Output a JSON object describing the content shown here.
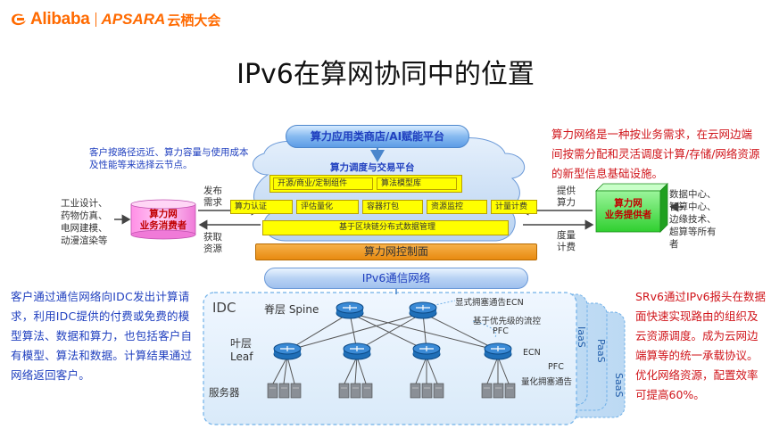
{
  "header": {
    "logo_alibaba": "Alibaba",
    "logo_apsara": "APSARA",
    "logo_yunqi": "云栖大会"
  },
  "title": "IPv6在算网协同中的位置",
  "left_note": "客户按路径远近、算力容量与使用成本及性能等来选择云节点。",
  "left_industries": [
    "工业设计、",
    "药物仿真、",
    "电网建模、",
    "动漫渲染等"
  ],
  "consumer": {
    "line1": "算力网",
    "line2": "业务消费者"
  },
  "flows": {
    "publish_1": "发布",
    "publish_2": "需求",
    "obtain_1": "获取",
    "obtain_2": "资源",
    "provide_1": "提供",
    "provide_2": "算力",
    "measure_1": "度量",
    "measure_2": "计费"
  },
  "platform": {
    "top_pill": "算力应用类商店/AI赋能平台",
    "cloud_title": "算力调度与交易平台",
    "row1": [
      "开源/商业/定制组件",
      "算法模型库"
    ],
    "row2": [
      "算力认证",
      "评估量化",
      "容器打包",
      "资源监控",
      "计量计费"
    ],
    "row3": "基于区块链分布式数据管理",
    "control_plane": "算力网控制面",
    "ipv6_network": "IPv6通信网络"
  },
  "provider": {
    "line1": "算力网",
    "line2": "业务提供者"
  },
  "right_list": [
    "数据中心、",
    "智算中心、",
    "边缘技术、",
    "超算等所有",
    "者"
  ],
  "right_note": "算力网络是一种按业务需求，在云网边端间按需分配和灵活调度计算/存储/网络资源的新型信息基础设施。",
  "idc": {
    "idc_label": "IDC",
    "spine_label": "脊层 Spine",
    "leaf_label_1": "叶层",
    "leaf_label_2": "Leaf",
    "servers_label": "服务器",
    "ecn_explicit": "显式拥塞通告ECN",
    "priority_flow": "基于优先级的流控",
    "pfc_1": "PFC",
    "ecn": "ECN",
    "pfc_2": "PFC",
    "quant_congestion": "量化拥塞通告",
    "iaas": "IaaS",
    "paas": "PaaS",
    "saas": "SaaS"
  },
  "left_big": "客户通过通信网络向IDC发出计算请求，利用IDC提供的付费或免费的模型算法、数据和算力，也包括客户自有模型、算法和数据。计算结果通过网络返回客户。",
  "right_big": "SRv6通过IPv6报头在数据面快速实现路由的组织及云资源调度。成为云网边端算等的统一承载协议。优化网络资源，配置效率可提高60%。",
  "colors": {
    "brand_orange": "#ff6a00",
    "note_blue": "#1f3fbf",
    "note_red": "#d0141a",
    "yellow_box": "#ffff00",
    "control_orange": "#f0a030",
    "router_blue": "#1f6fb8",
    "provider_green": "#33cc33"
  }
}
